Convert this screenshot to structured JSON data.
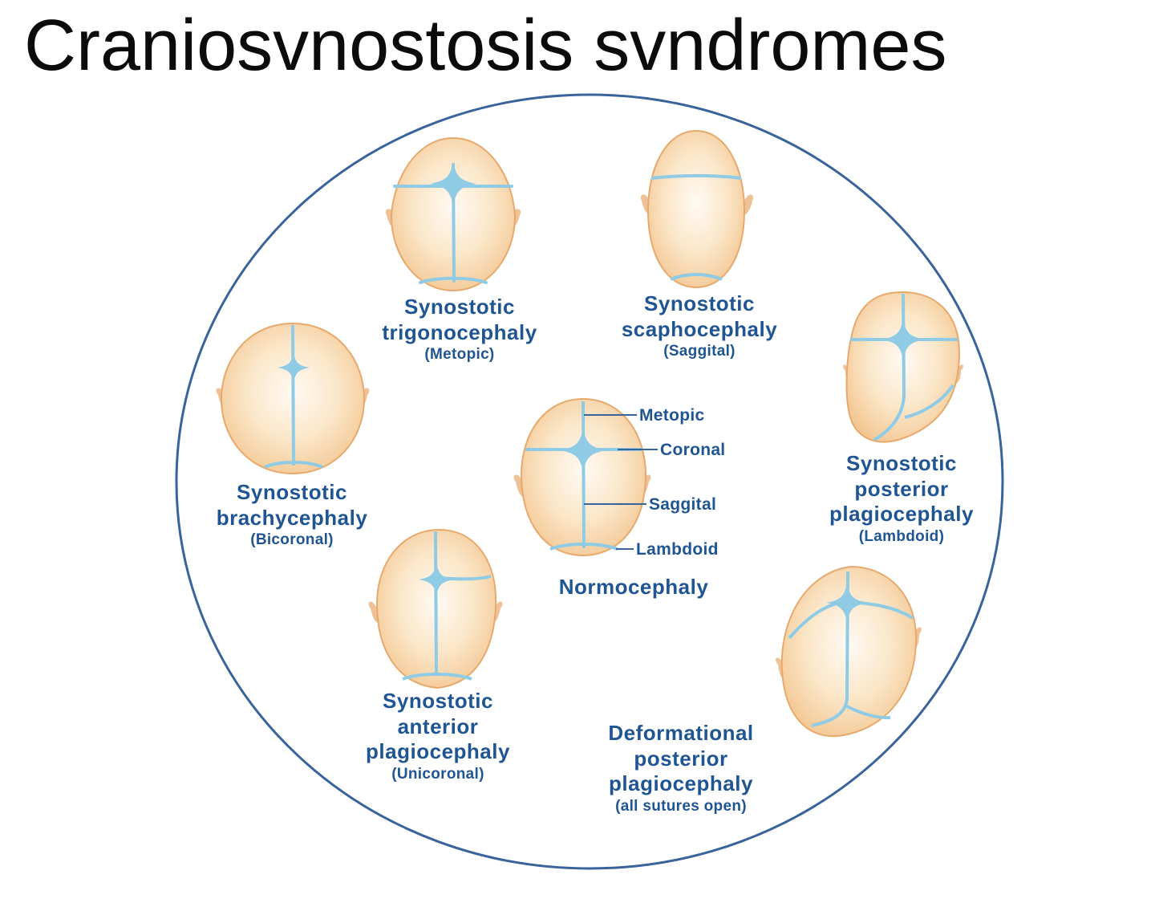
{
  "title": "Craniosvnostosis svndromes",
  "colors": {
    "skull_fill": "#f6cf9a",
    "suture_blue": "#8fcbe5",
    "outline_ring": "#39639b",
    "label_text": "#1f5592"
  },
  "skulls": [
    {
      "key": "trigonocephaly",
      "lines": [
        "Synostotic",
        "trigonocephaly"
      ],
      "suture": "(Metopic)"
    },
    {
      "key": "scaphocephaly",
      "lines": [
        "Synostotic",
        "scaphocephaly"
      ],
      "suture": "(Saggital)"
    },
    {
      "key": "brachycephaly",
      "lines": [
        "Synostotic",
        "brachycephaly"
      ],
      "suture": "(Bicoronal)"
    },
    {
      "key": "posterior-plagiocephaly",
      "lines": [
        "Synostotic",
        "posterior",
        "plagiocephaly"
      ],
      "suture": "(Lambdoid)"
    },
    {
      "key": "anterior-plagiocephaly",
      "lines": [
        "Synostotic",
        "anterior",
        "plagiocephaly"
      ],
      "suture": "(Unicoronal)"
    },
    {
      "key": "deformational-plagiocephaly",
      "lines": [
        "Deformational",
        "posterior",
        "plagiocephaly"
      ],
      "suture": "(all sutures open)"
    },
    {
      "key": "normocephaly",
      "lines": [
        "Normocephaly"
      ],
      "suture": ""
    }
  ],
  "suture_labels": {
    "metopic": "Metopic",
    "coronal": "Coronal",
    "sagittal": "Saggital",
    "lambdoid": "Lambdoid"
  }
}
